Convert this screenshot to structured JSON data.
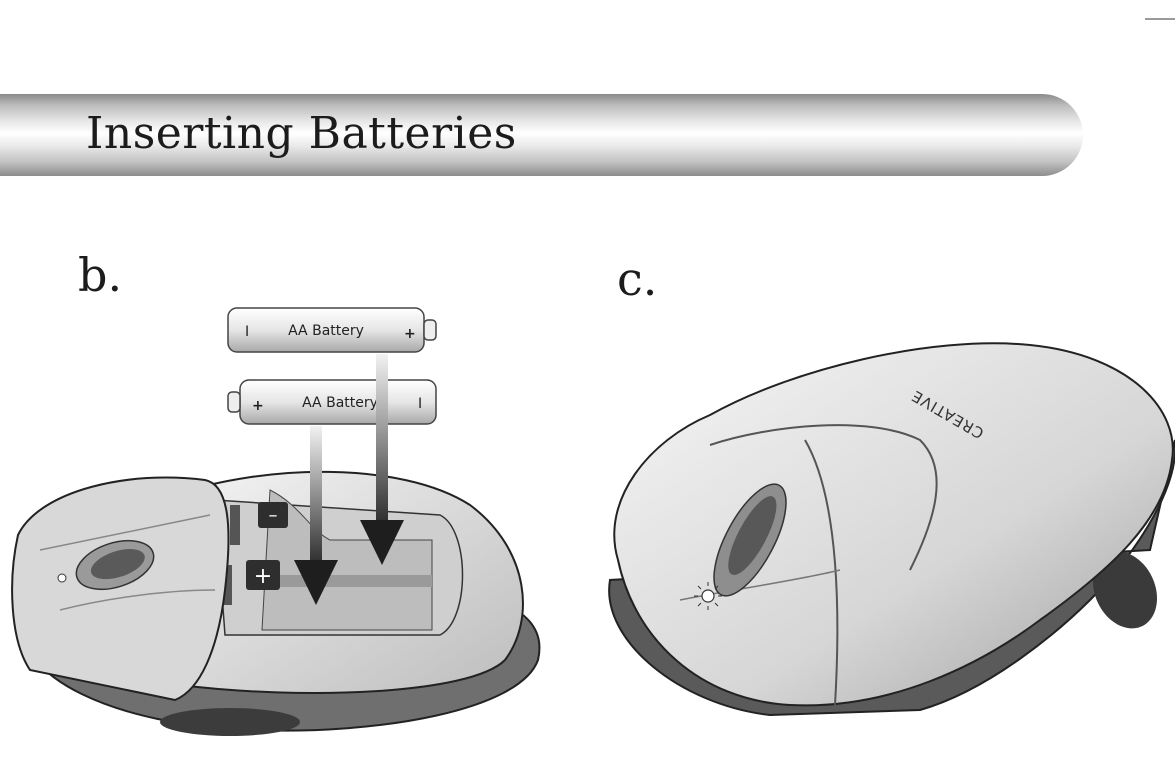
{
  "header": {
    "title": "Inserting Batteries"
  },
  "steps": {
    "b": {
      "label": "b."
    },
    "c": {
      "label": "c."
    }
  },
  "batteries": [
    {
      "label": "AA Battery",
      "left_terminal": "I",
      "right_terminal": "+"
    },
    {
      "label": "AA Battery",
      "left_terminal": "+",
      "right_terminal": "I"
    }
  ],
  "mouse": {
    "brand": "CREATIVE",
    "compartment_minus": "–",
    "compartment_plus": "+"
  },
  "colors": {
    "ink": "#1c1c1c",
    "banner_light": "#ffffff",
    "banner_dark": "#8a8a8a"
  }
}
